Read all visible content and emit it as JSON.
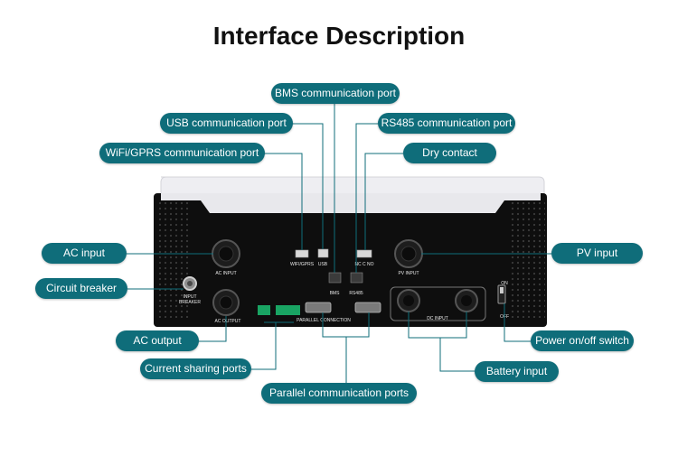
{
  "title": "Interface Description",
  "callouts": {
    "bms": "BMS communication port",
    "usb": "USB communication port",
    "rs485": "RS485 communication port",
    "wifi": "WiFi/GPRS communication port",
    "dry_contact": "Dry contact",
    "ac_input": "AC input",
    "pv_input": "PV input",
    "circuit_breaker": "Circuit breaker",
    "ac_output": "AC output",
    "power_switch": "Power on/off switch",
    "current_sharing": "Current sharing ports",
    "battery_input": "Battery input",
    "parallel_comm": "Parallel communication ports"
  },
  "panel_labels": {
    "ac_input": "AC INPUT",
    "input_breaker_1": "INPUT",
    "input_breaker_2": "BREAKER",
    "ac_output": "AC OUTPUT",
    "wifi_gprs": "WIFI/GPRS",
    "usb": "USB",
    "bms": "BMS",
    "rs485": "RS485",
    "dry_contact": "NC  C  NO",
    "pv_input": "PV INPUT",
    "parallel_connection": "PARALLEL CONNECTION",
    "dc_input": "DC INPUT",
    "switch_on": "ON",
    "switch_off": "OFF"
  },
  "colors": {
    "callout_fill": "#0f6d7a",
    "callout_text": "#ffffff",
    "leader_line": "#0f6d7a",
    "device_body": "#0e0e0e",
    "device_top": "#eeeef2",
    "terminal_green": "#19a463"
  }
}
